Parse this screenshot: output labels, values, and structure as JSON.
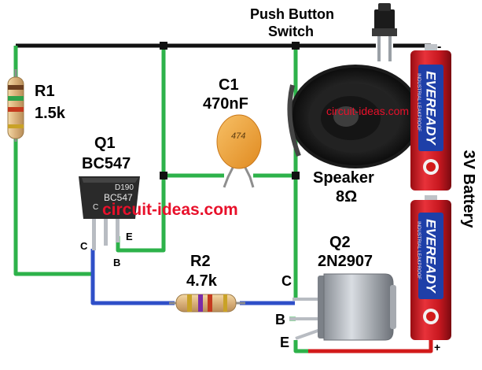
{
  "switch": {
    "line1": "Push Button",
    "line2": "Switch"
  },
  "r1": {
    "name": "R1",
    "value": "1.5k"
  },
  "c1": {
    "name": "C1",
    "value": "470nF",
    "marking": "474"
  },
  "q1": {
    "name": "Q1",
    "part": "BC547",
    "body_line1": "D190",
    "body_line2": "BC547",
    "body_line3": "C",
    "pin_c": "C",
    "pin_b": "B",
    "pin_e": "E"
  },
  "speaker": {
    "name": "Speaker",
    "value": "8Ω"
  },
  "r2": {
    "name": "R2",
    "value": "4.7k"
  },
  "q2": {
    "name": "Q2",
    "part": "2N2907",
    "pin_c": "C",
    "pin_b": "B",
    "pin_e": "E"
  },
  "battery": {
    "label": "3V Battery",
    "brand": "EVEREADY",
    "small_text": "INDUSTRIAL LEAKPROOF",
    "minus": "-",
    "plus": "+"
  },
  "watermark": {
    "large": "circuit-ideas.com",
    "small": "circuit-ideas.com"
  },
  "colors": {
    "wire_black": "#111111",
    "wire_green": "#2db24a",
    "wire_blue": "#2f4fc8",
    "wire_red": "#d21a1a",
    "battery_red": "#d8202a",
    "battery_blue": "#1e3fa8",
    "watermark": "#e8102a",
    "capacitor": "#f0a53a"
  }
}
